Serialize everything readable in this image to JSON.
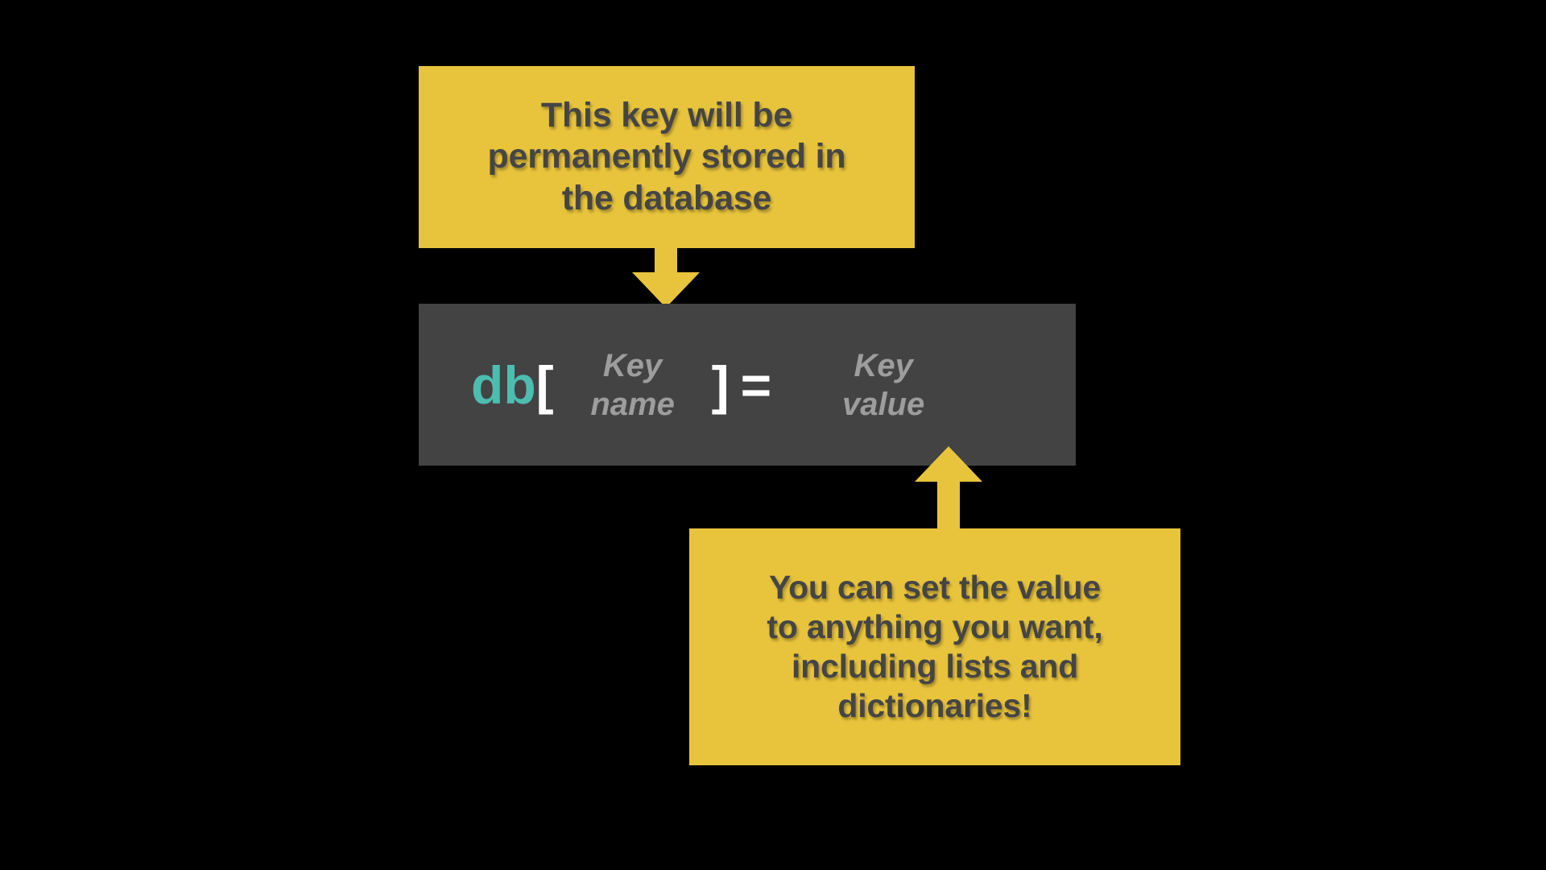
{
  "colors": {
    "background": "#000000",
    "callout_fill": "#e8c43c",
    "callout_text": "#454545",
    "code_box_fill": "#434343",
    "code_keyword": "#4dbdb0",
    "code_punctuation": "#ffffff",
    "code_placeholder": "#9d9d9d",
    "arrow": "#e8c43c"
  },
  "callouts": {
    "top": {
      "lines": [
        "This key will be",
        "permanently stored in",
        "the database"
      ],
      "full_text": "This key will be permanently stored in the database"
    },
    "bottom": {
      "lines": [
        "You can set the value",
        "to anything you want,",
        "including lists and",
        "dictionaries!"
      ],
      "full_text": "You can set the value to anything you want, including lists and dictionaries!"
    }
  },
  "code": {
    "object": "db",
    "open_bracket": "[",
    "close_bracket": "]",
    "assign": "=",
    "key_name_placeholder": {
      "lines": [
        "Key",
        "name"
      ],
      "full_text": "Key name"
    },
    "key_value_placeholder": {
      "lines": [
        "Key",
        "value"
      ],
      "full_text": "Key value"
    },
    "full_expression": "db[Key name] = Key value"
  },
  "arrows": {
    "top_to_code": "arrow-down-icon",
    "bottom_to_code": "arrow-up-icon"
  }
}
